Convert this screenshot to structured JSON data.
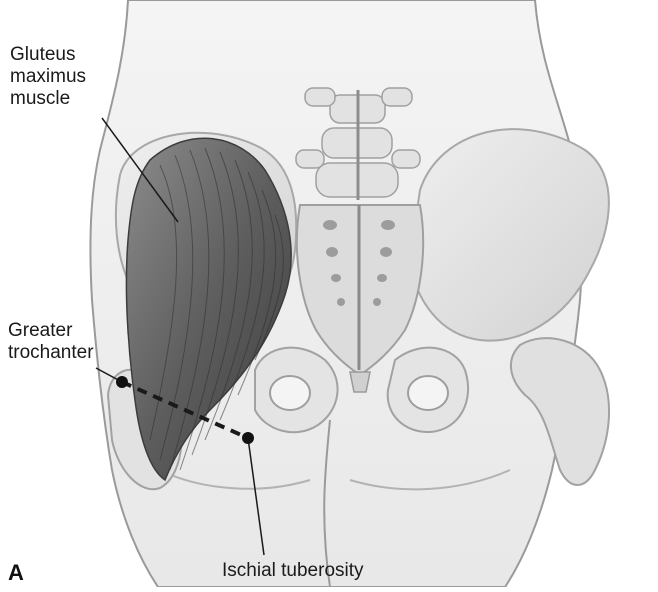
{
  "labels": {
    "gluteus_line1": "Gluteus",
    "gluteus_line2": "maximus",
    "gluteus_line3": "muscle",
    "trochanter_line1": "Greater",
    "trochanter_line2": "trochanter",
    "ischial": "Ischial tuberosity",
    "panel": "A"
  },
  "colors": {
    "skin_outline": "#8a8a8a",
    "bone_fill": "#e6e6e6",
    "bone_shadow": "#c9c9c9",
    "muscle_fill": "#6e6e6e",
    "muscle_dark": "#3f3f3f",
    "leader": "#1a1a1a",
    "dashed_line": "#1a1a1a"
  }
}
